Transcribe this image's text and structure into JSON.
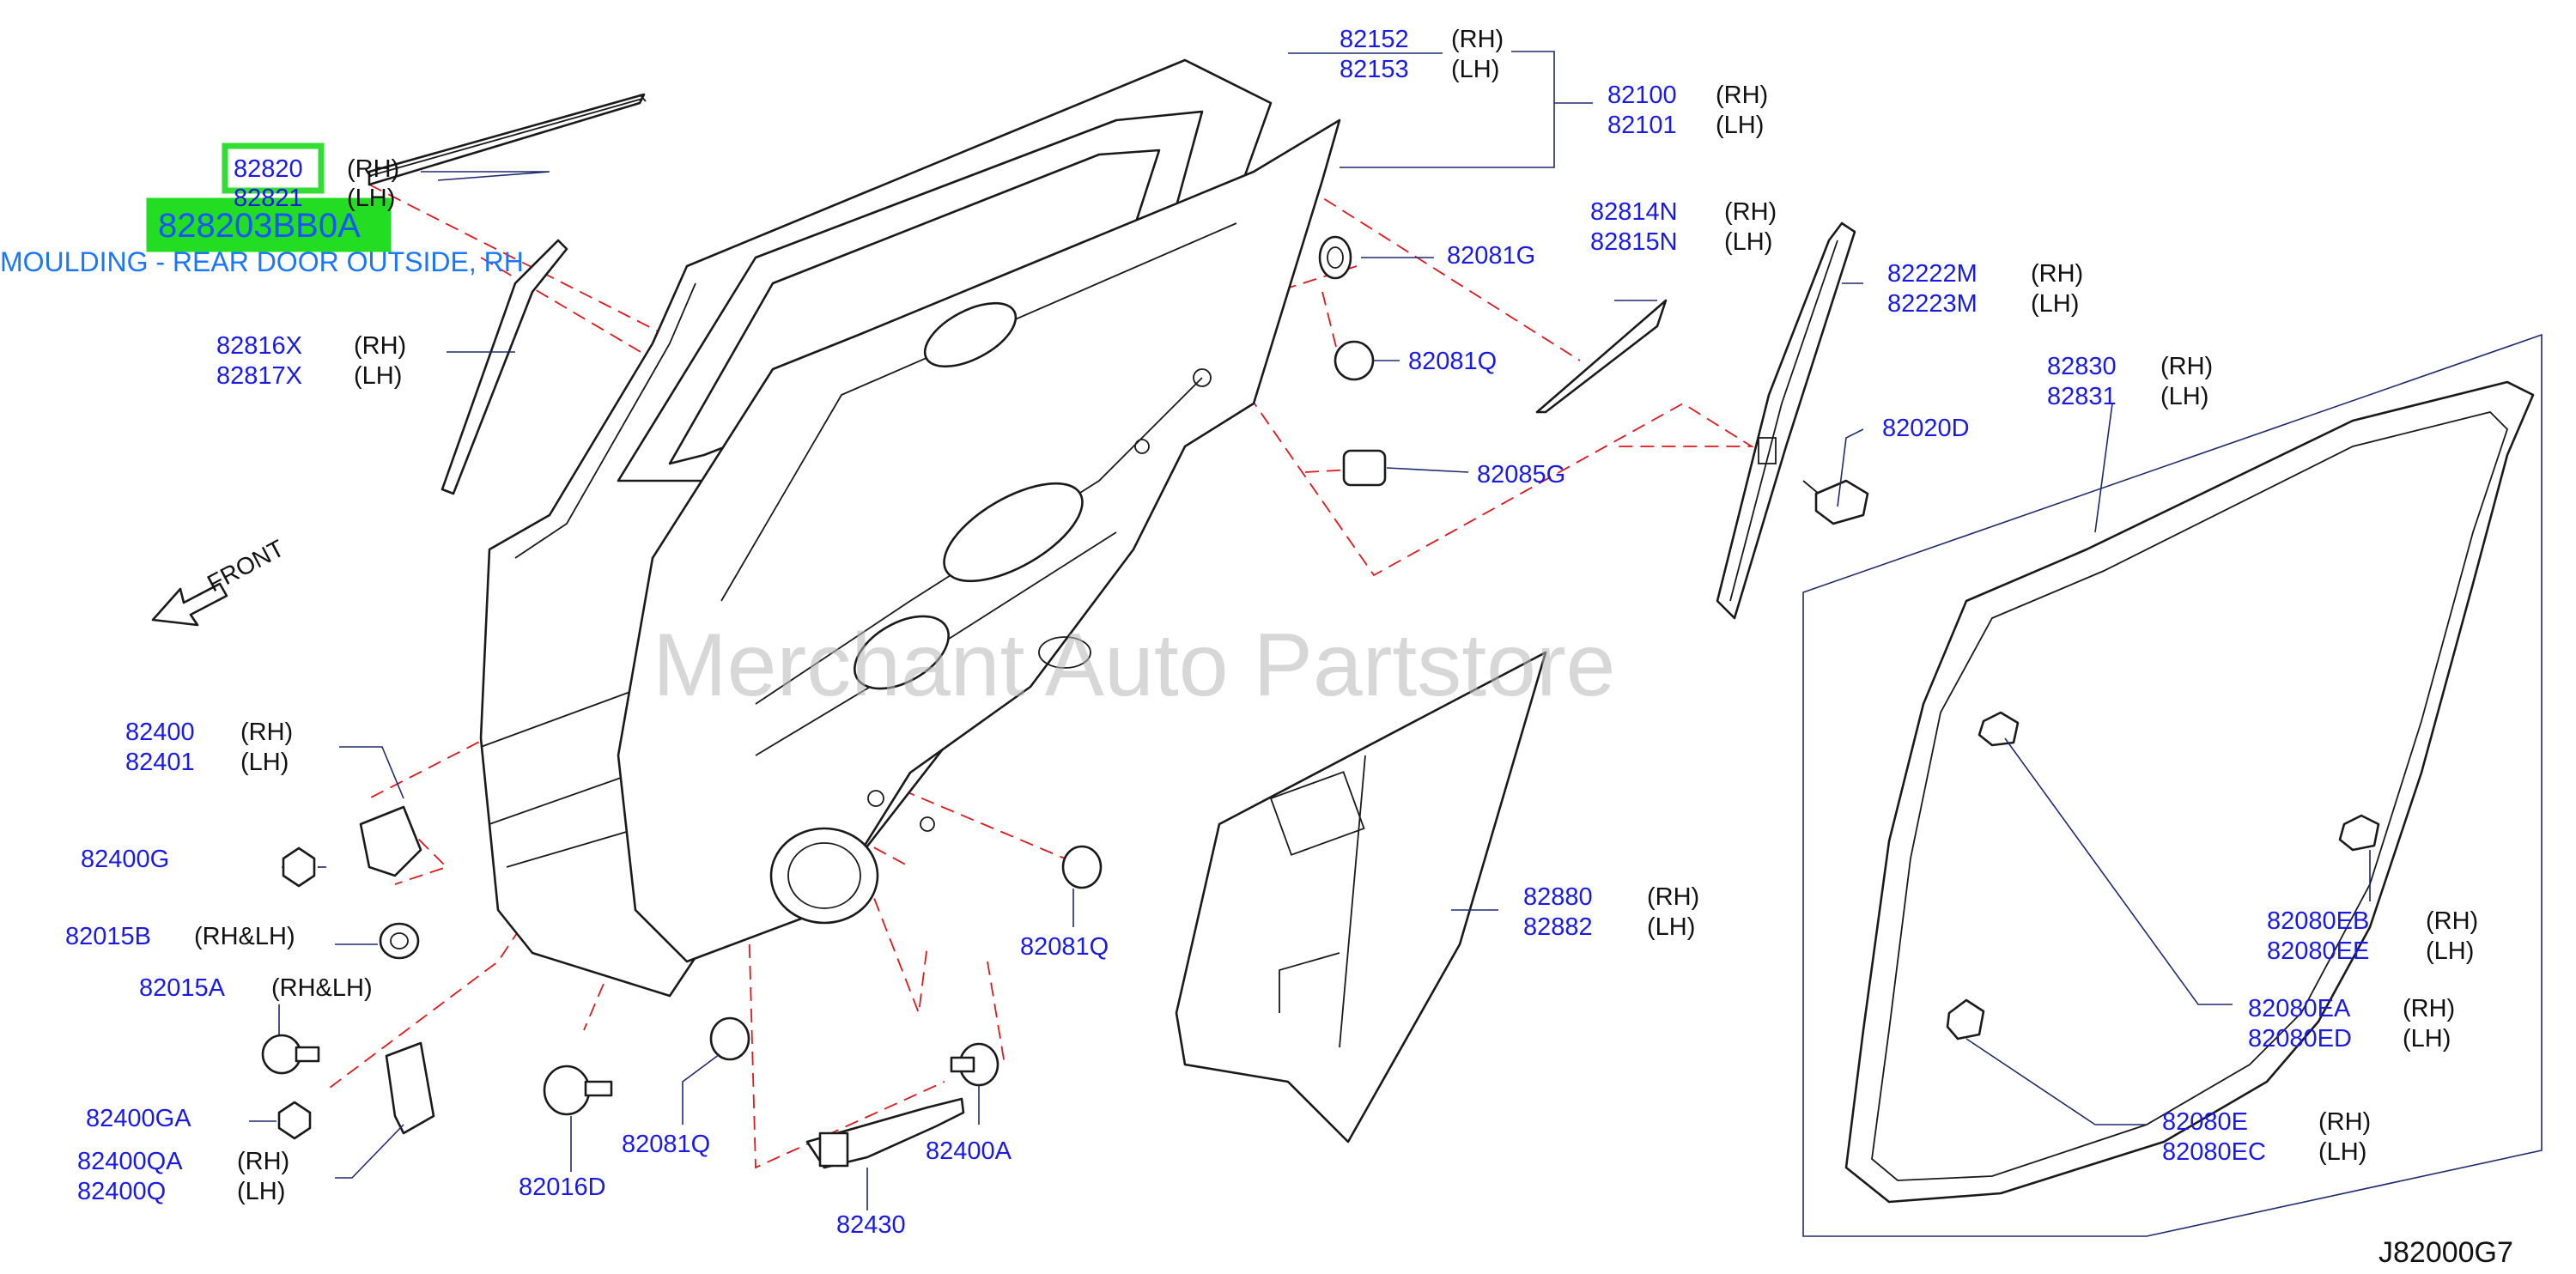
{
  "diagram": {
    "code": "J82000G7",
    "watermark": "Merchant Auto Partstore",
    "front_label": "FRONT",
    "highlight": {
      "part_number": "82820",
      "full_part_number": "828203BB0A",
      "description": "MOULDING - REAR DOOR OUTSIDE, RH"
    },
    "callouts": [
      {
        "id": "c82152",
        "lines": [
          {
            "pn": "82152",
            "side": "(RH)"
          },
          {
            "pn": "82153",
            "side": "(LH)"
          }
        ]
      },
      {
        "id": "c82100",
        "lines": [
          {
            "pn": "82100",
            "side": "(RH)"
          },
          {
            "pn": "82101",
            "side": "(LH)"
          }
        ]
      },
      {
        "id": "c82820",
        "lines": [
          {
            "pn": "82820",
            "side": "(RH)"
          },
          {
            "pn": "82821",
            "side": "(LH)"
          }
        ]
      },
      {
        "id": "c82816",
        "lines": [
          {
            "pn": "82816X",
            "side": "(RH)"
          },
          {
            "pn": "82817X",
            "side": "(LH)"
          }
        ]
      },
      {
        "id": "c82081G",
        "lines": [
          {
            "pn": "82081G",
            "side": ""
          }
        ]
      },
      {
        "id": "c82081Q1",
        "lines": [
          {
            "pn": "82081Q",
            "side": ""
          }
        ]
      },
      {
        "id": "c82085G",
        "lines": [
          {
            "pn": "82085G",
            "side": ""
          }
        ]
      },
      {
        "id": "c82814",
        "lines": [
          {
            "pn": "82814N",
            "side": "(RH)"
          },
          {
            "pn": "82815N",
            "side": "(LH)"
          }
        ]
      },
      {
        "id": "c82222",
        "lines": [
          {
            "pn": "82222M",
            "side": "(RH)"
          },
          {
            "pn": "82223M",
            "side": "(LH)"
          }
        ]
      },
      {
        "id": "c82020D",
        "lines": [
          {
            "pn": "82020D",
            "side": ""
          }
        ]
      },
      {
        "id": "c82830",
        "lines": [
          {
            "pn": "82830",
            "side": "(RH)"
          },
          {
            "pn": "82831",
            "side": "(LH)"
          }
        ]
      },
      {
        "id": "c82400",
        "lines": [
          {
            "pn": "82400",
            "side": "(RH)"
          },
          {
            "pn": "82401",
            "side": "(LH)"
          }
        ]
      },
      {
        "id": "c82400G",
        "lines": [
          {
            "pn": "82400G",
            "side": ""
          }
        ]
      },
      {
        "id": "c82015B",
        "lines": [
          {
            "pn": "82015B",
            "side": "(RH&LH)"
          }
        ]
      },
      {
        "id": "c82015A",
        "lines": [
          {
            "pn": "82015A",
            "side": "(RH&LH)"
          }
        ]
      },
      {
        "id": "c82400GA",
        "lines": [
          {
            "pn": "82400GA",
            "side": ""
          }
        ]
      },
      {
        "id": "c82400QA",
        "lines": [
          {
            "pn": "82400QA",
            "side": "(RH)"
          },
          {
            "pn": "82400Q",
            "side": "(LH)"
          }
        ]
      },
      {
        "id": "c82016D",
        "lines": [
          {
            "pn": "82016D",
            "side": ""
          }
        ]
      },
      {
        "id": "c82081Q2",
        "lines": [
          {
            "pn": "82081Q",
            "side": ""
          }
        ]
      },
      {
        "id": "c82081Q3",
        "lines": [
          {
            "pn": "82081Q",
            "side": ""
          }
        ]
      },
      {
        "id": "c82430",
        "lines": [
          {
            "pn": "82430",
            "side": ""
          }
        ]
      },
      {
        "id": "c82400A",
        "lines": [
          {
            "pn": "82400A",
            "side": ""
          }
        ]
      },
      {
        "id": "c82880",
        "lines": [
          {
            "pn": "82880",
            "side": "(RH)"
          },
          {
            "pn": "82882",
            "side": "(LH)"
          }
        ]
      },
      {
        "id": "c82080EB",
        "lines": [
          {
            "pn": "82080EB",
            "side": "(RH)"
          },
          {
            "pn": "82080EE",
            "side": "(LH)"
          }
        ]
      },
      {
        "id": "c82080EA",
        "lines": [
          {
            "pn": "82080EA",
            "side": "(RH)"
          },
          {
            "pn": "82080ED",
            "side": "(LH)"
          }
        ]
      },
      {
        "id": "c82080E",
        "lines": [
          {
            "pn": "82080E",
            "side": "(RH)"
          },
          {
            "pn": "82080EC",
            "side": "(LH)"
          }
        ]
      }
    ]
  }
}
